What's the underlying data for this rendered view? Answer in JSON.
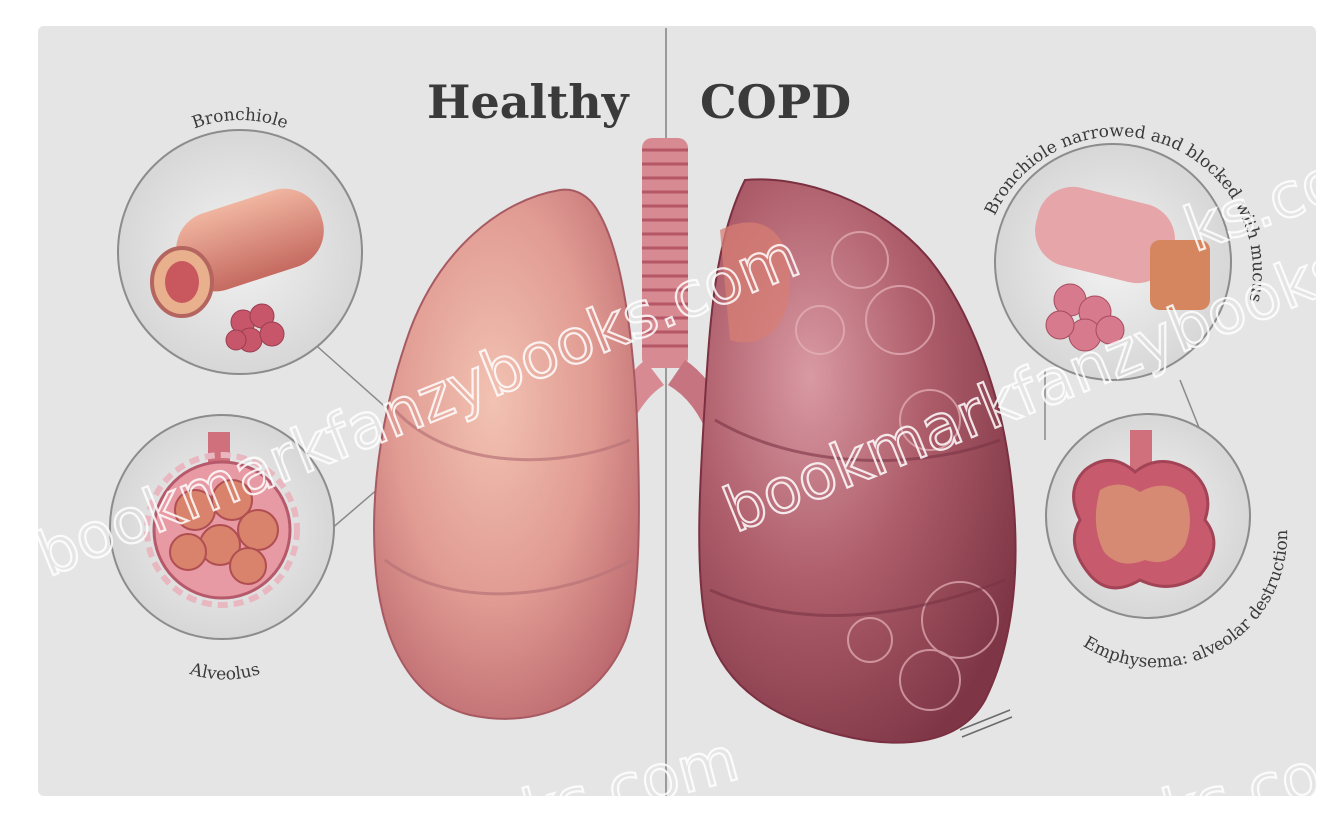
{
  "titles": {
    "healthy": "Healthy",
    "copd": "COPD"
  },
  "labels": {
    "bronchiole": "Bronchiole",
    "alveolus": "Alveolus",
    "bronchiole_copd": "Bronchiole narrowed and blocked with mucus",
    "emphysema": "Emphysema: alveolar destruction"
  },
  "watermarks": {
    "bookmark_left": "bookmarkfanzybooks.com",
    "bookmark_center": "bookmarkfanzybooks.com",
    "bottom_left": "ks.com",
    "bottom_right": "ks.com",
    "top_right": "ks.com"
  },
  "colors": {
    "background": "#e4e4e4",
    "healthy_lung": "#e3a098",
    "copd_lung": "#a9555f",
    "tissue_pink": "#d87a85",
    "divider": "#9a9a9a"
  }
}
